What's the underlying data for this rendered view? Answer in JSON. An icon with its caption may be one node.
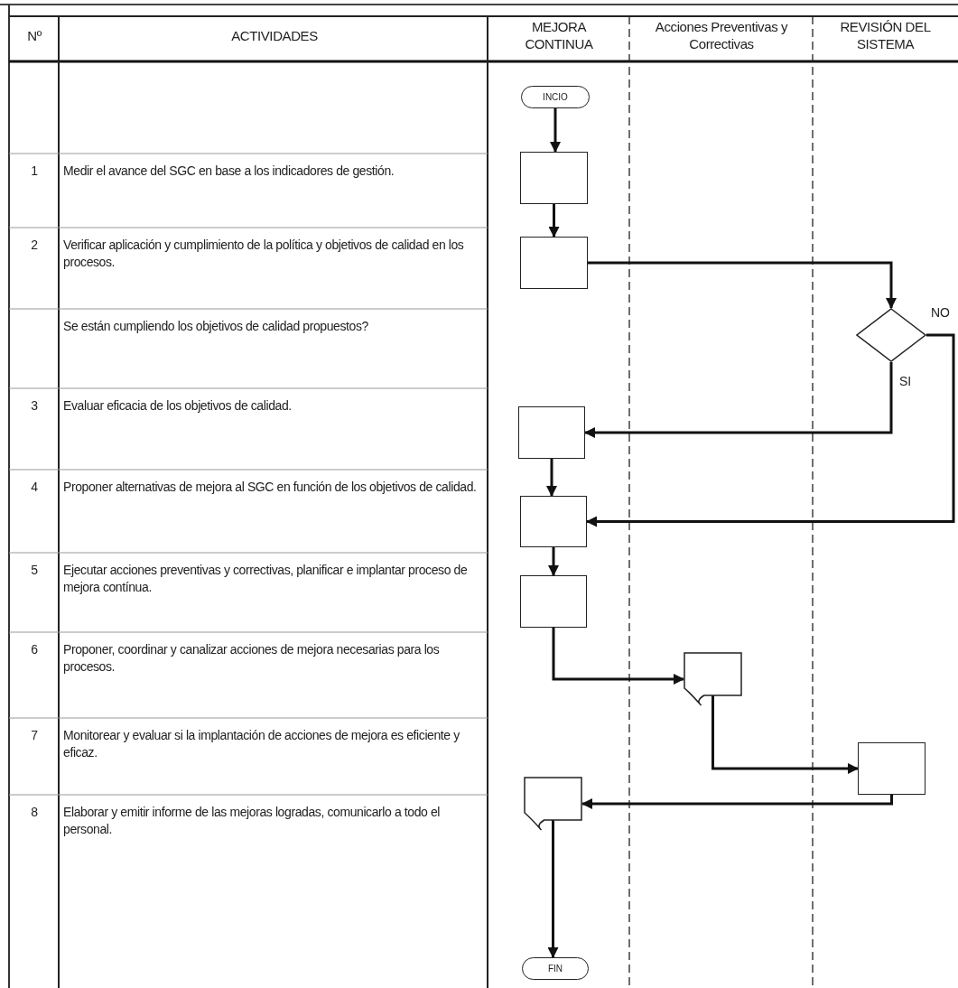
{
  "diagram": {
    "nodes": [
      {
        "text": [
          "INCIO"
        ]
      },
      {
        "text": [],
        "shape": "box"
      },
      {
        "text": [],
        "shape": "box"
      },
      {
        "text": [],
        "shape": "diamond"
      },
      {
        "text": [],
        "shape": "box"
      },
      {
        "text": [],
        "shape": "box"
      },
      {
        "text": [],
        "shape": "box"
      },
      {
        "text": [],
        "shape": "document"
      },
      {
        "text": [],
        "shape": "box"
      },
      {
        "text": [],
        "shape": "document"
      },
      {
        "text": [
          "FIN"
        ]
      }
    ],
    "edges": [
      {
        "from": 0,
        "to": 1,
        "arrow": "to"
      },
      {
        "from": 1,
        "to": 2,
        "arrow": "to"
      },
      {
        "from": 2,
        "to": 3,
        "arrow": "to"
      },
      {
        "from": 3,
        "to": 4,
        "arrow": "to",
        "label": "SI"
      },
      {
        "from": 3,
        "to": 5,
        "arrow": "to",
        "label": "NO"
      },
      {
        "from": 4,
        "to": 5,
        "arrow": "to"
      },
      {
        "from": 5,
        "to": 6,
        "arrow": "to"
      },
      {
        "from": 6,
        "to": 7,
        "arrow": "to"
      },
      {
        "from": 7,
        "to": 8,
        "arrow": "to"
      },
      {
        "from": 8,
        "to": 9,
        "arrow": "to"
      },
      {
        "from": 9,
        "to": 10,
        "arrow": "to"
      }
    ],
    "labels": [
      "Nº",
      "ACTIVIDADES",
      "MEJORA CONTINUA",
      "Acciones Preventivas y Correctivas",
      "REVISIÓN DEL SISTEMA",
      "1",
      "Medir el avance del SGC en base a los indicadores de gestión.",
      "2",
      "Verificar aplicación y cumplimiento de la política y objetivos de calidad en los procesos.",
      "Se están cumpliendo los objetivos de calidad propuestos?",
      "3",
      "Evaluar eficacia de los objetivos de calidad.",
      "4",
      "Proponer alternativas de mejora al SGC en función de los objetivos de calidad.",
      "5",
      "Ejecutar acciones preventivas y correctivas, planificar e implantar proceso de mejora contínua.",
      "6",
      "Proponer, coordinar y canalizar acciones de mejora necesarias para los procesos.",
      "7",
      "Monitorear y evaluar si la implantación de acciones de mejora es eficiente y eficaz.",
      "8",
      "Elaborar y emitir informe de las mejoras logradas, comunicarlo a todo el personal."
    ]
  }
}
